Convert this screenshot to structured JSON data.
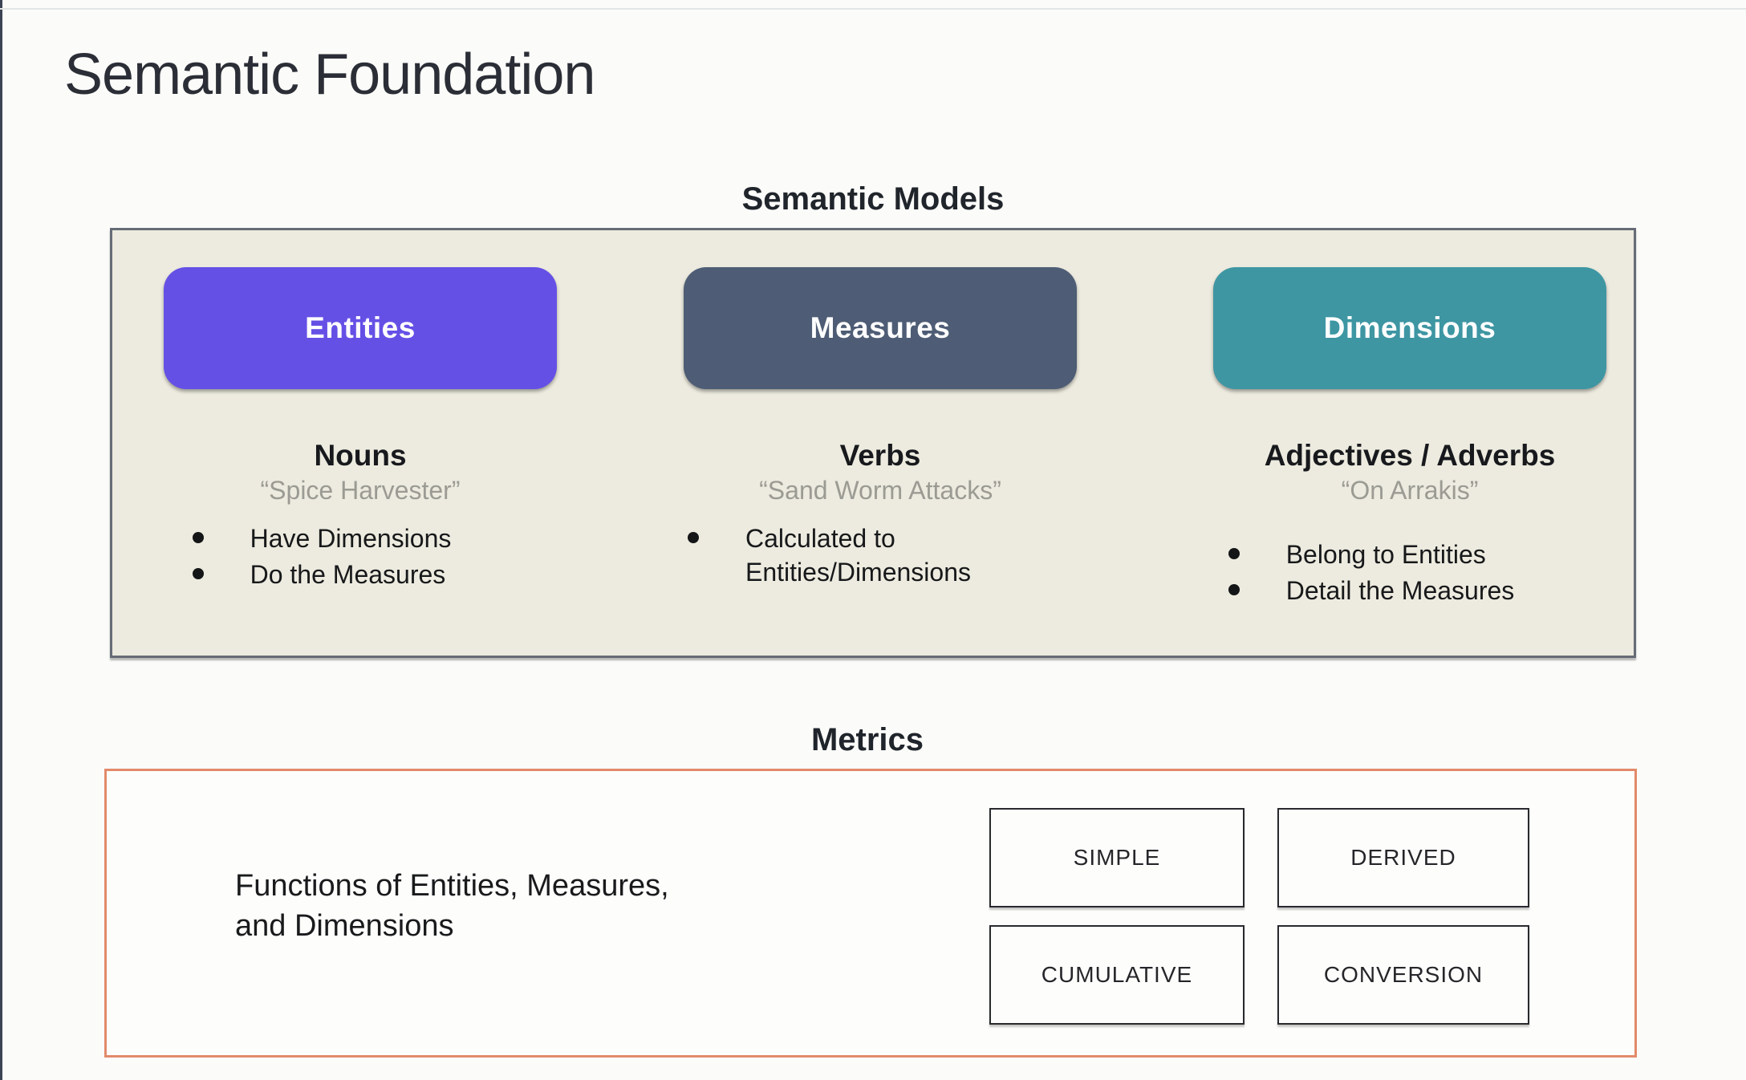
{
  "page": {
    "title": "Semantic Foundation"
  },
  "semantic_models": {
    "label": "Semantic Models",
    "panel_bg": "#edebdf",
    "panel_border": "#666c77",
    "columns": [
      {
        "pill": "Entities",
        "color": "#6550e6",
        "heading": "Nouns",
        "example": "“Spice Harvester”",
        "bullets": [
          "Have Dimensions",
          "Do the Measures"
        ]
      },
      {
        "pill": "Measures",
        "color": "#4e5d75",
        "heading": "Verbs",
        "example": "“Sand Worm Attacks”",
        "bullets": [
          "Calculated to Entities/Dimensions"
        ]
      },
      {
        "pill": "Dimensions",
        "color": "#3e96a3",
        "heading": "Adjectives / Adverbs",
        "example": "“On Arrakis”",
        "bullets": [
          "Belong to Entities",
          "Detail the Measures"
        ]
      }
    ]
  },
  "metrics": {
    "label": "Metrics",
    "border_color": "#e28a6a",
    "description": "Functions of Entities, Measures,\nand Dimensions",
    "types": [
      "SIMPLE",
      "DERIVED",
      "CUMULATIVE",
      "CONVERSION"
    ]
  }
}
